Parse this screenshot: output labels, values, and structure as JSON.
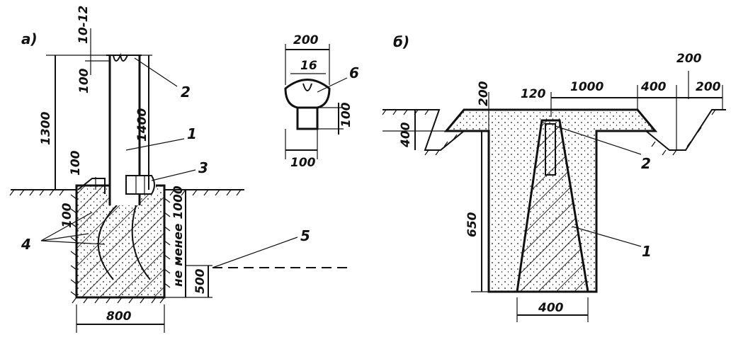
{
  "views": {
    "a": {
      "label": "а)"
    },
    "b": {
      "label": "б)"
    }
  },
  "dimensions_a": {
    "top_gap": "10-12",
    "cap_height": "100",
    "total_height": "1300",
    "upper_height": "1400",
    "collar": "100",
    "side": "100",
    "depth": "не менее 1000",
    "bottom": "500",
    "width": "800"
  },
  "dimensions_section": {
    "width": "200",
    "hole": "16",
    "height": "100",
    "base": "100"
  },
  "dimensions_b": {
    "wall": "200",
    "slot": "120",
    "span": "1000",
    "side": "400",
    "flange": "200",
    "edge": "200",
    "top_depth": "400",
    "depth": "650",
    "base": "400"
  },
  "callouts": {
    "n1": "1",
    "n2": "2",
    "n3": "3",
    "n4": "4",
    "n5": "5",
    "n6": "6"
  }
}
